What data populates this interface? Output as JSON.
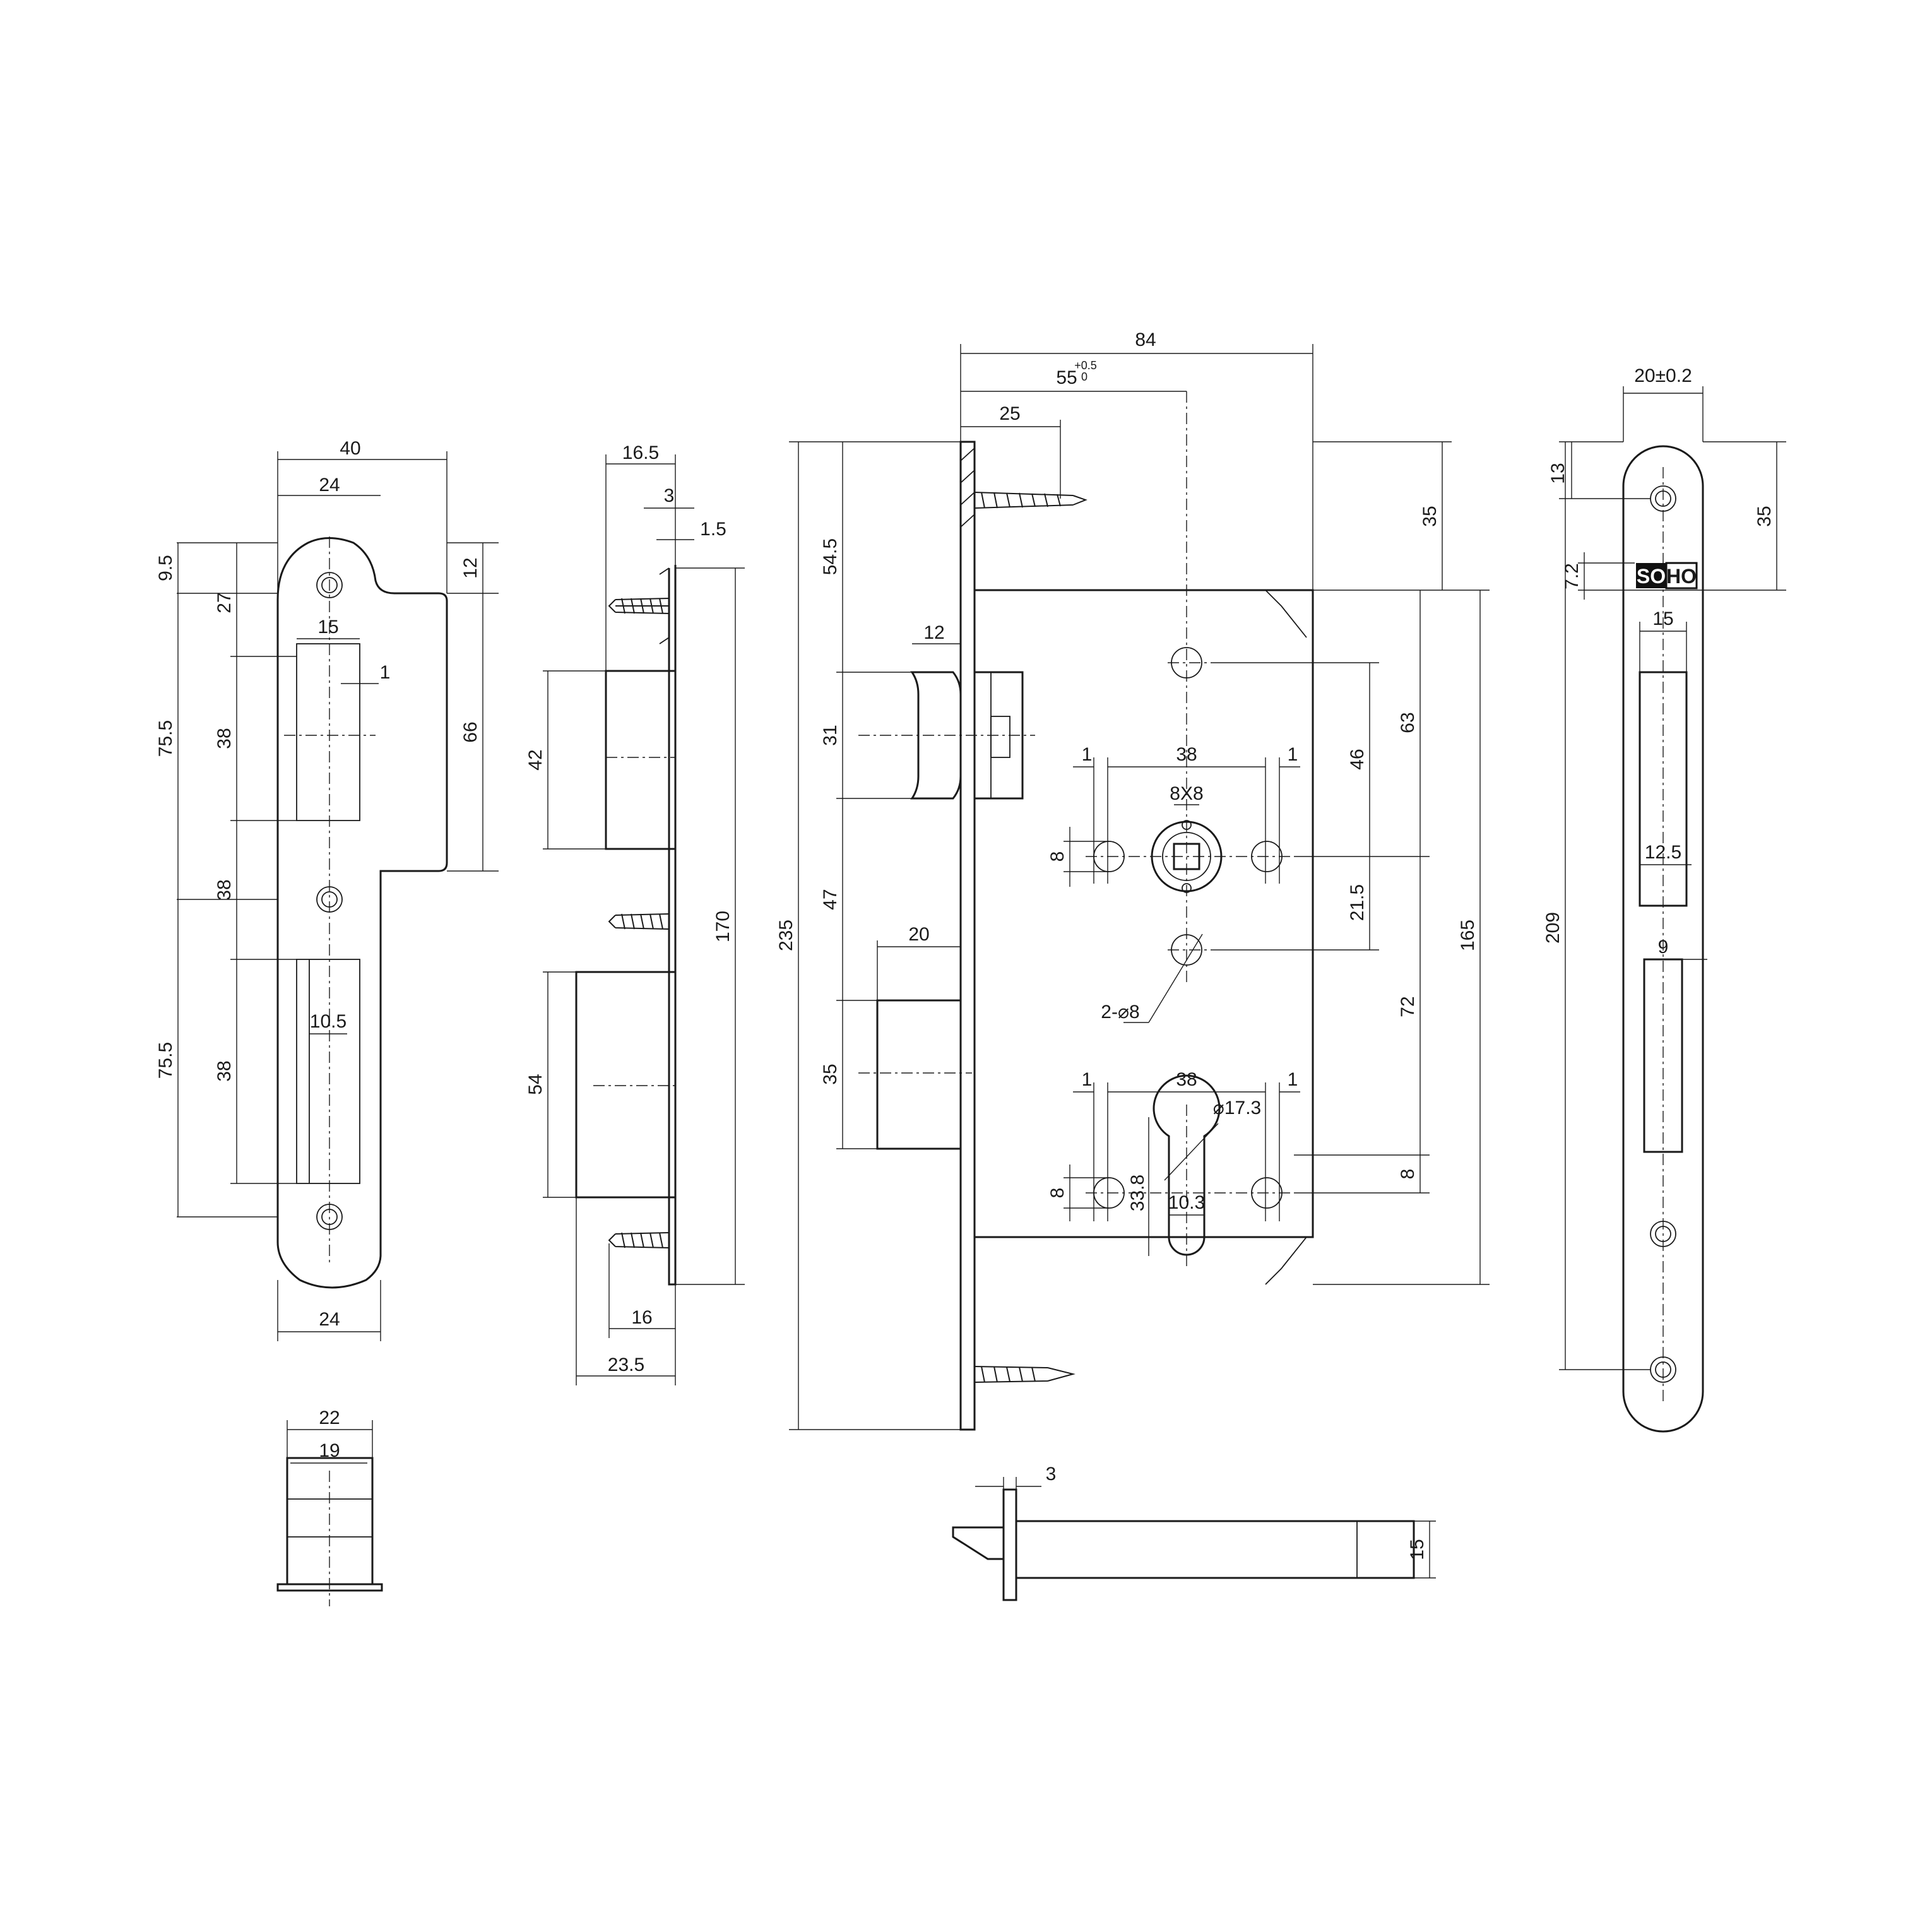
{
  "brand": {
    "logo_left": "SO",
    "logo_right": "HO"
  },
  "strike_plate_front": {
    "width": "40",
    "inner_width": "24",
    "bottom_width": "24",
    "top_offset": "9.5",
    "step_height": "12",
    "window_width": "15",
    "window_gap": "1",
    "window_height_a": "38",
    "window_height_b": "38",
    "top_to_window": "27",
    "screw_spacing_a": "75.5",
    "screw_spacing_b": "75.5",
    "middle_gap": "38",
    "step_length": "66",
    "latch_slot": "10.5"
  },
  "strike_plate_side": {
    "depth": "16.5",
    "lip": "3",
    "thickness": "1.5",
    "height": "170",
    "upper_pocket": "42",
    "lower_pocket": "54",
    "depth_bottom": "16",
    "overall_depth": "23.5"
  },
  "strike_box": {
    "width": "22",
    "inner_width": "19"
  },
  "lock_body": {
    "case_depth": "84",
    "backset": "55",
    "backset_tol_plus": "+0.5",
    "backset_tol_minus": "0",
    "faceplate_to_screw": "25",
    "top_to_body": "35",
    "top_to_latch": "54.5",
    "latch_height": "31",
    "latch_projection": "12",
    "mid_gap": "47",
    "bolt_height": "35",
    "bolt_projection": "20",
    "total_height": "235",
    "spindle_to_hole": "46",
    "spindle_to_cyl_hole": "21.5",
    "top_to_spindle": "63",
    "spindle_to_cylinder": "72",
    "body_height": "165",
    "hole_pitch_upper": "38",
    "hole_clear_left_upper": "1",
    "hole_clear_right_upper": "1",
    "spindle_square": "8X8",
    "hole_dia_left_upper": "8",
    "fixing_holes": "2-⌀8",
    "hole_pitch_lower": "38",
    "hole_clear_left_lower": "1",
    "hole_clear_right_lower": "1",
    "cylinder_dia": "⌀17.3",
    "cylinder_height": "33.8",
    "cylinder_width": "10.3",
    "hole_dia_left_lower": "8",
    "hole_dia_right_lower": "8"
  },
  "bolt_detail": {
    "thickness": "3",
    "height": "15"
  },
  "faceplate": {
    "width": "20±0.2",
    "top_to_hole": "13",
    "top_to_logo": "35",
    "logo_height": "7.2",
    "latch_window": "15",
    "latch_window_inner": "12.5",
    "bolt_window": "9",
    "screw_pitch": "209"
  }
}
